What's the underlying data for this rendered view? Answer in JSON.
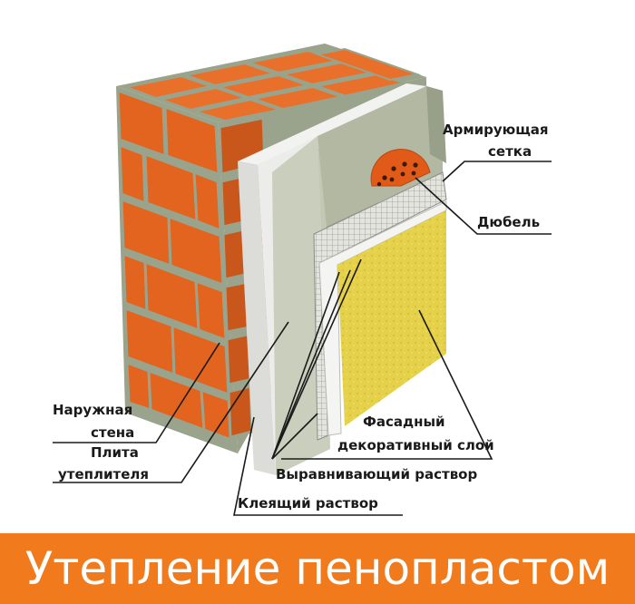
{
  "labels": {
    "mesh_line1": "Армирующая",
    "mesh_line2": "сетка",
    "dowel": "Дюбель",
    "wall_line1": "Наружная",
    "wall_line2": "стена",
    "insulation_line1": "Плита",
    "insulation_line2": "утеплителя",
    "facade_line1": "Фасадный",
    "facade_line2": "декоративный слой",
    "leveling": "Выравнивающий раствор",
    "adhesive": "Клеящий раствор"
  },
  "banner": {
    "title": "Утепление пенопластом"
  },
  "colors": {
    "brick": "#e2641f",
    "brick_dark": "#b94a14",
    "mortar": "#9aa38c",
    "insulation": "#e8e8e6",
    "plaster_green": "#b2b8a2",
    "mesh": "#d9d9d4",
    "decorative": "#e6d24a",
    "banner": "#f07a1c"
  }
}
